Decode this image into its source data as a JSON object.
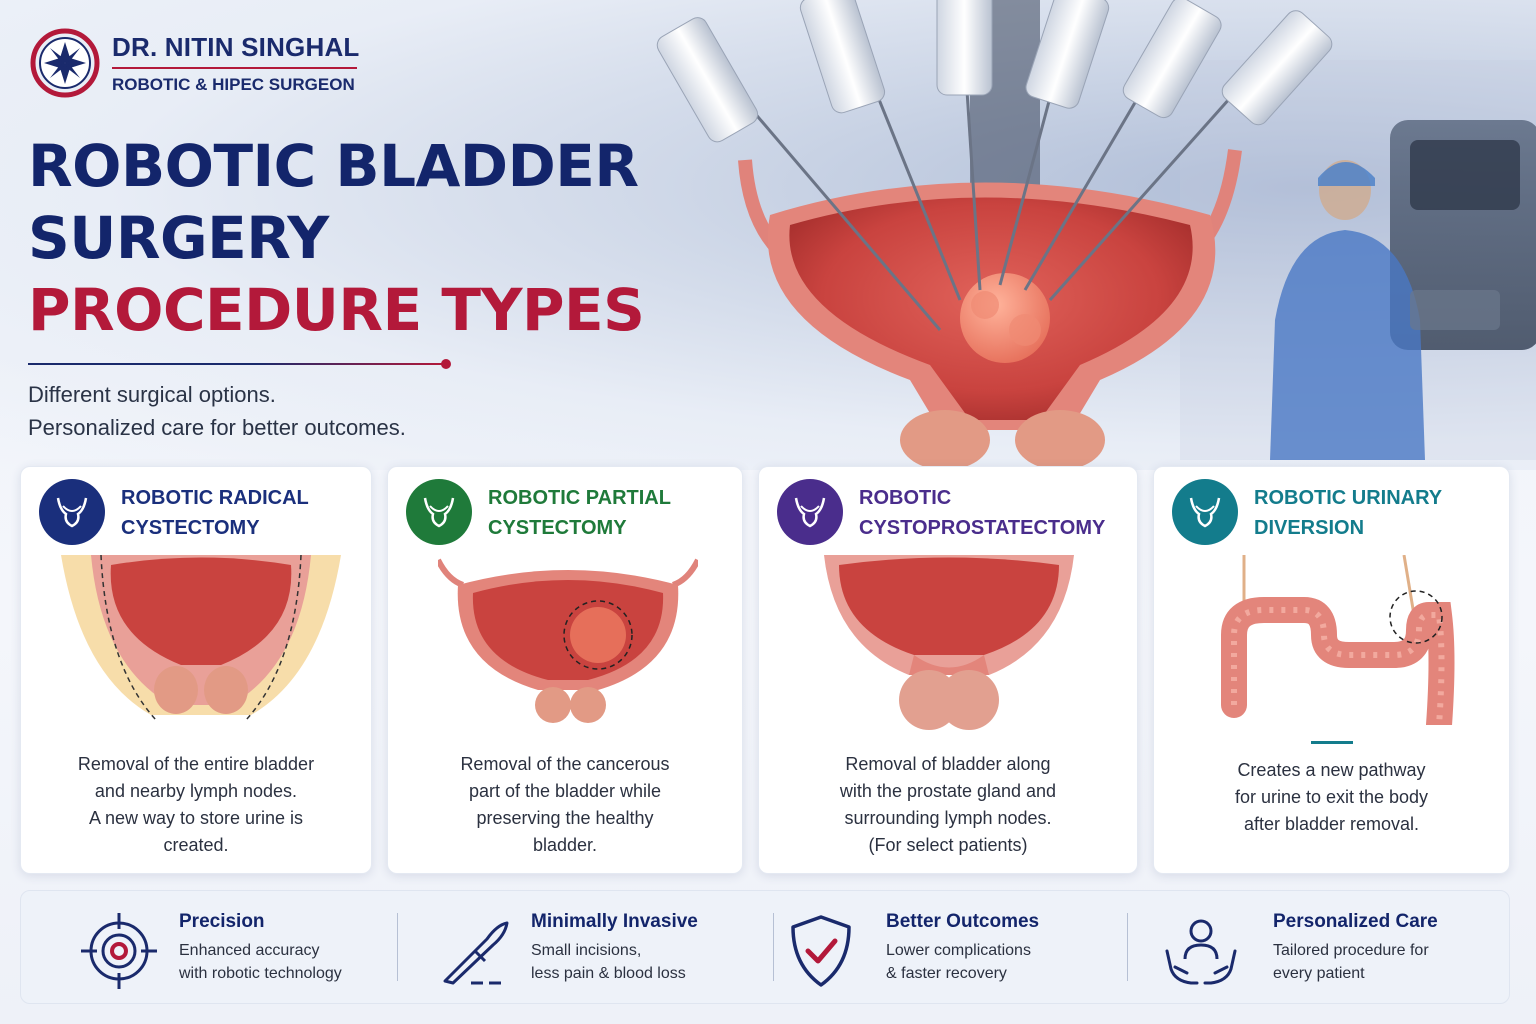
{
  "brand": {
    "name": "DR. NITIN SINGHAL",
    "tagline": "ROBOTIC & HIPEC SURGEON"
  },
  "title": {
    "line1": "ROBOTIC BLADDER",
    "line2": "SURGERY",
    "line3": "PROCEDURE TYPES"
  },
  "subtitle": {
    "line1": "Different surgical options.",
    "line2": "Personalized care for better outcomes."
  },
  "colors": {
    "navy": "#13256b",
    "crimson": "#b3193a",
    "radical": "#1a2f7c",
    "partial": "#1f7a3a",
    "cystoprostatectomy": "#4a2d8c",
    "diversion": "#137c8c"
  },
  "procedures": [
    {
      "title_lines": [
        "ROBOTIC RADICAL",
        "CYSTECTOMY"
      ],
      "icon": "bladder-icon",
      "color": "#1a2f7c",
      "desc_lines": [
        "Removal of the entire bladder",
        "and nearby lymph nodes.",
        "A new way to store urine is",
        "created."
      ]
    },
    {
      "title_lines": [
        "ROBOTIC PARTIAL",
        "CYSTECTOMY"
      ],
      "icon": "bladder-icon",
      "color": "#1f7a3a",
      "desc_lines": [
        "Removal of the cancerous",
        "part of the bladder while",
        "preserving the healthy",
        "bladder."
      ]
    },
    {
      "title_lines": [
        "ROBOTIC",
        "CYSTOPROSTATECTOMY"
      ],
      "icon": "bladder-icon",
      "color": "#4a2d8c",
      "desc_lines": [
        "Removal of bladder along",
        "with the prostate gland and",
        "surrounding lymph nodes.",
        "(For select patients)"
      ]
    },
    {
      "title_lines": [
        "ROBOTIC URINARY",
        "DIVERSION"
      ],
      "icon": "bladder-icon",
      "color": "#137c8c",
      "desc_lines": [
        "Creates a new pathway",
        "for urine to exit the body",
        "after bladder removal."
      ]
    }
  ],
  "benefits": [
    {
      "title": "Precision",
      "text_lines": [
        "Enhanced accuracy",
        "with robotic technology"
      ],
      "icon": "target-icon"
    },
    {
      "title": "Minimally Invasive",
      "text_lines": [
        "Small incisions,",
        "less pain & blood loss"
      ],
      "icon": "scalpel-icon"
    },
    {
      "title": "Better Outcomes",
      "text_lines": [
        "Lower complications",
        "& faster recovery"
      ],
      "icon": "shield-check-icon"
    },
    {
      "title": "Personalized Care",
      "text_lines": [
        "Tailored procedure for",
        "every patient"
      ],
      "icon": "caring-hands-icon"
    }
  ]
}
